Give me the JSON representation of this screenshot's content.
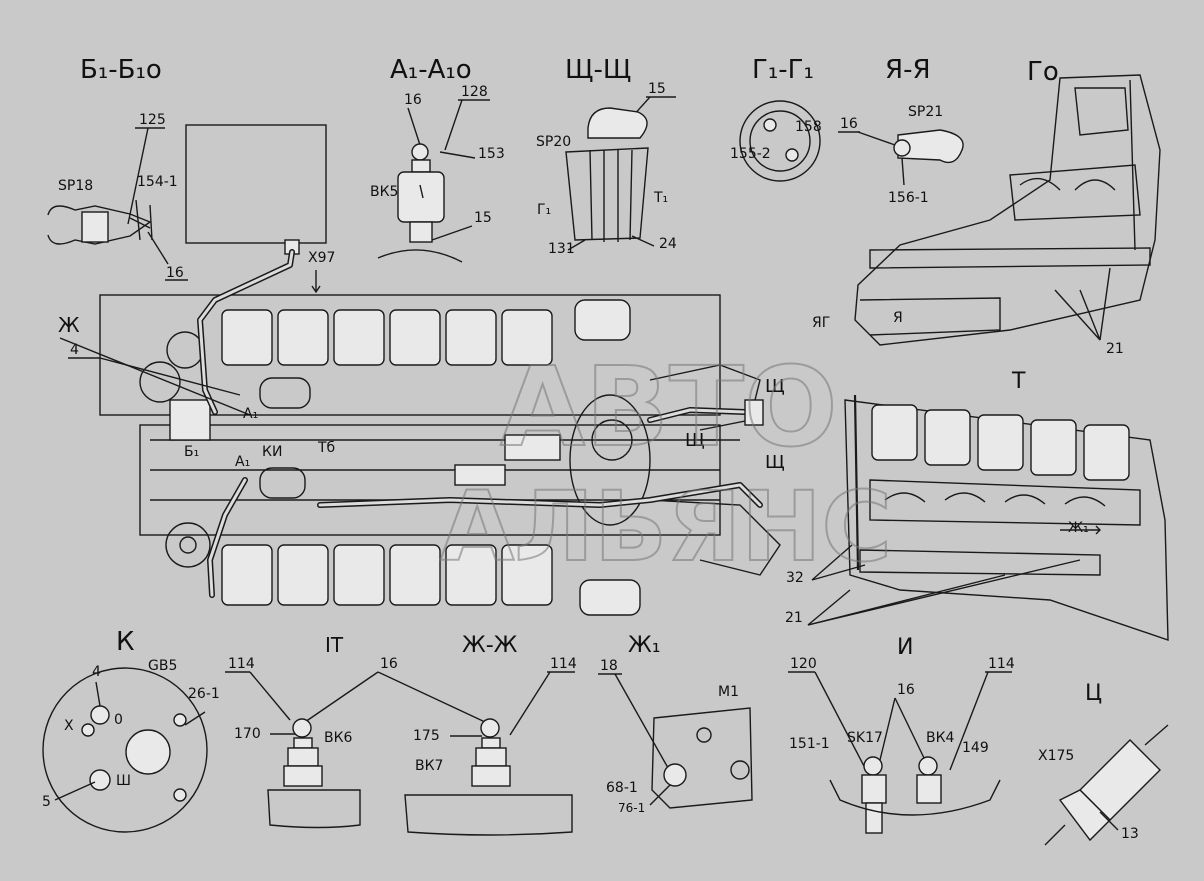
{
  "sections": {
    "bb": "Б₁-Б₁о",
    "aa": "А₁-А₁о",
    "shch": "Щ-Щ",
    "gg": "Г₁-Г₁",
    "yaya": "Я-Я",
    "go": "Го",
    "k": "К",
    "it": "IТ",
    "zhzh": "Ж-Ж",
    "zh1": "Ж₁",
    "i": "И",
    "ts": "Ц",
    "t": "Т"
  },
  "labels": {
    "l125": "125",
    "sp18": "SP18",
    "l154_1": "154-1",
    "l16_bb": "16",
    "l16_aa": "16",
    "l128": "128",
    "l153": "153",
    "bk5": "ВК5",
    "l15_aa": "15",
    "x97": "Х97",
    "l15_sh": "15",
    "sp20": "SP20",
    "g1": "Г₁",
    "t1": "Т₁",
    "l131": "131",
    "l24": "24",
    "l158": "158",
    "l155_2": "155-2",
    "l16_ya": "16",
    "sp21": "SP21",
    "l156_1": "156-1",
    "zh": "Ж",
    "l4": "4",
    "yag": "ЯГ",
    "ya": "Я",
    "l21_top": "21",
    "shch_a": "Щ",
    "shch_b": "Щ",
    "shch_c": "Щ",
    "l32": "32",
    "l21_bot": "21",
    "zh1_main": "Ж₁",
    "gb5": "GB5",
    "l26_1": "26-1",
    "k4": "4",
    "kx": "Х",
    "k0": "0",
    "ksh": "Ш",
    "k5": "5",
    "l114_a": "114",
    "l16_it": "16",
    "l170": "170",
    "bk6": "ВК6",
    "l175": "175",
    "l114_b": "114",
    "bk7": "ВК7",
    "l18": "18",
    "m1": "М1",
    "l68_1": "68-1",
    "l76_1": "76-1",
    "l120": "120",
    "l16_i": "16",
    "l114_c": "114",
    "l151_1": "151-1",
    "sk17": "SK17",
    "bk4": "ВК4",
    "l149": "149",
    "x175": "Х175",
    "l13": "13",
    "a1": "А₁",
    "a1b": "А₁",
    "b1": "Б₁",
    "tb": "Тб",
    "ki": "КИ"
  },
  "watermark": {
    "line1": "АВТО",
    "line2": "АЛЬЯНС"
  }
}
